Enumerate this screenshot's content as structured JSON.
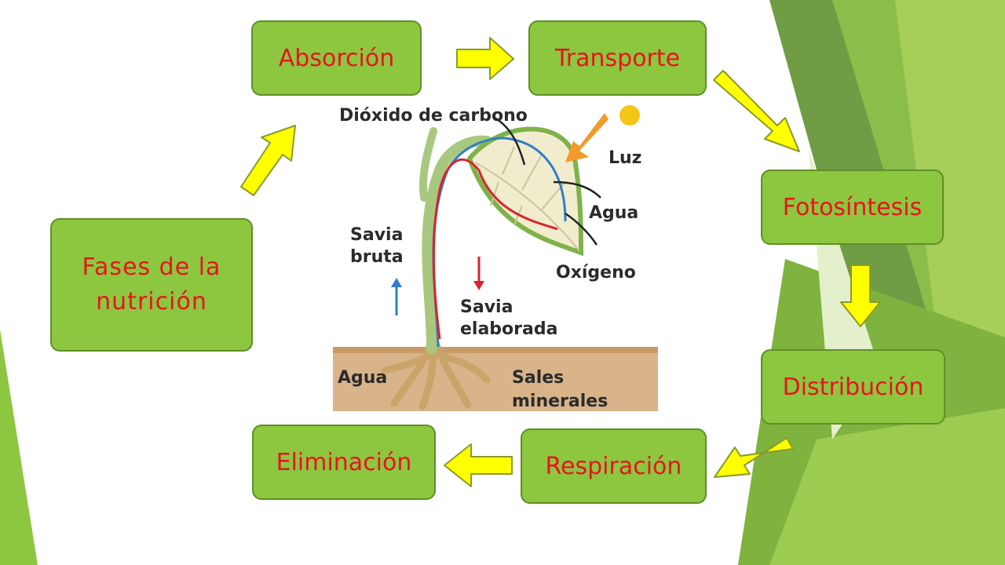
{
  "diagram": {
    "center_label": "Fases de la nutrición",
    "phases": [
      {
        "id": "absorcion",
        "label": "Absorción"
      },
      {
        "id": "transporte",
        "label": "Transporte"
      },
      {
        "id": "fotosintesis",
        "label": "Fotosíntesis"
      },
      {
        "id": "distribucion",
        "label": "Distribución"
      },
      {
        "id": "respiracion",
        "label": "Respiración"
      },
      {
        "id": "eliminacion",
        "label": "Eliminación"
      }
    ],
    "colors": {
      "box_fill": "#8dc63f",
      "box_border": "#5f8f28",
      "text": "#e8141e",
      "arrow_fill": "#ffff00",
      "arrow_stroke": "#8a9a2a"
    }
  },
  "illustration": {
    "labels": {
      "co2": "Dióxido de carbono",
      "luz": "Luz",
      "agua_top": "Agua",
      "oxigeno": "Oxígeno",
      "savia_bruta_1": "Savia",
      "savia_bruta_2": "bruta",
      "savia_elaborada_1": "Savia",
      "savia_elaborada_2": "elaborada",
      "agua_bottom": "Agua",
      "sales_1": "Sales",
      "sales_2": "minerales"
    }
  }
}
